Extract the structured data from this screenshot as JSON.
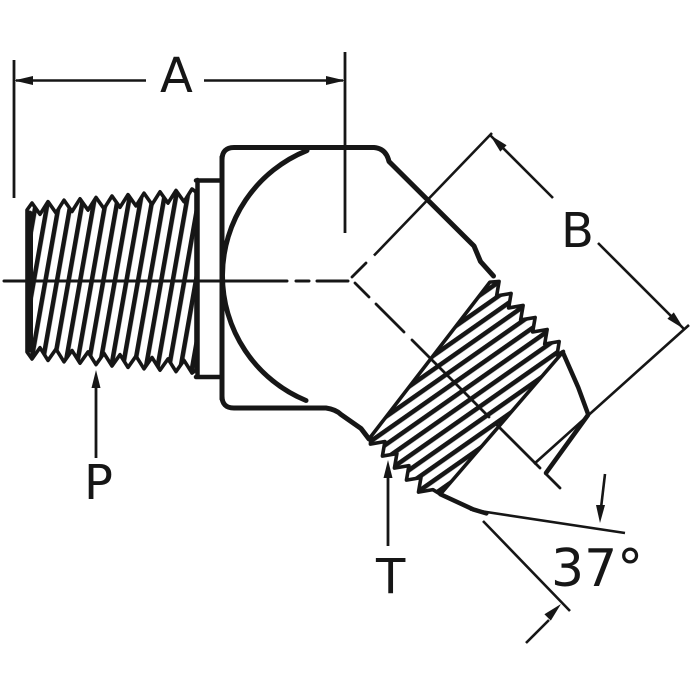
{
  "drawing": {
    "kind": "dimensioned outline drawing of a 45-degree flare elbow fitting",
    "background": "#ffffff",
    "line_color": "#161616",
    "labels": {
      "a": "A",
      "b": "B",
      "p": "P",
      "t": "T",
      "angle": "37°"
    }
  }
}
